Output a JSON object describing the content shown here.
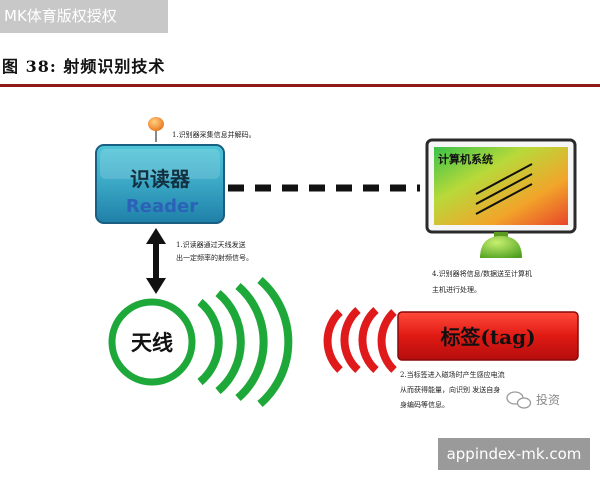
{
  "watermark_top": "MK体育版权授权",
  "figure_title": "图 38:  射频识别技术",
  "reader": {
    "label_cn": "识读器",
    "label_en": "Reader"
  },
  "computer": {
    "label": "计算机系统"
  },
  "antenna": {
    "label": "天线"
  },
  "tag": {
    "label": "标签(tag)"
  },
  "notes": {
    "n1": "1.识别器采集信息并解码。",
    "n2_line1": "1.识读器通过天线发送",
    "n2_line2": "出一定频率的射频信号。",
    "n3_line1": "4.识别器将信息/数据送至计算机",
    "n3_line2": "主机进行处理。",
    "n4_line1": "2.当标签进入磁场时产生感应电流",
    "n4_line2": "从而获得能量，向识别 发送自身",
    "n4_line3": "身编码等信息。"
  },
  "wechat_label": "投资",
  "watermark_bottom": "appindex-mk.com",
  "colors": {
    "rule": "#8e1a1a",
    "wave_green": "#1fa83a",
    "wave_red": "#e01a1a",
    "tag_red": "#d51818"
  }
}
